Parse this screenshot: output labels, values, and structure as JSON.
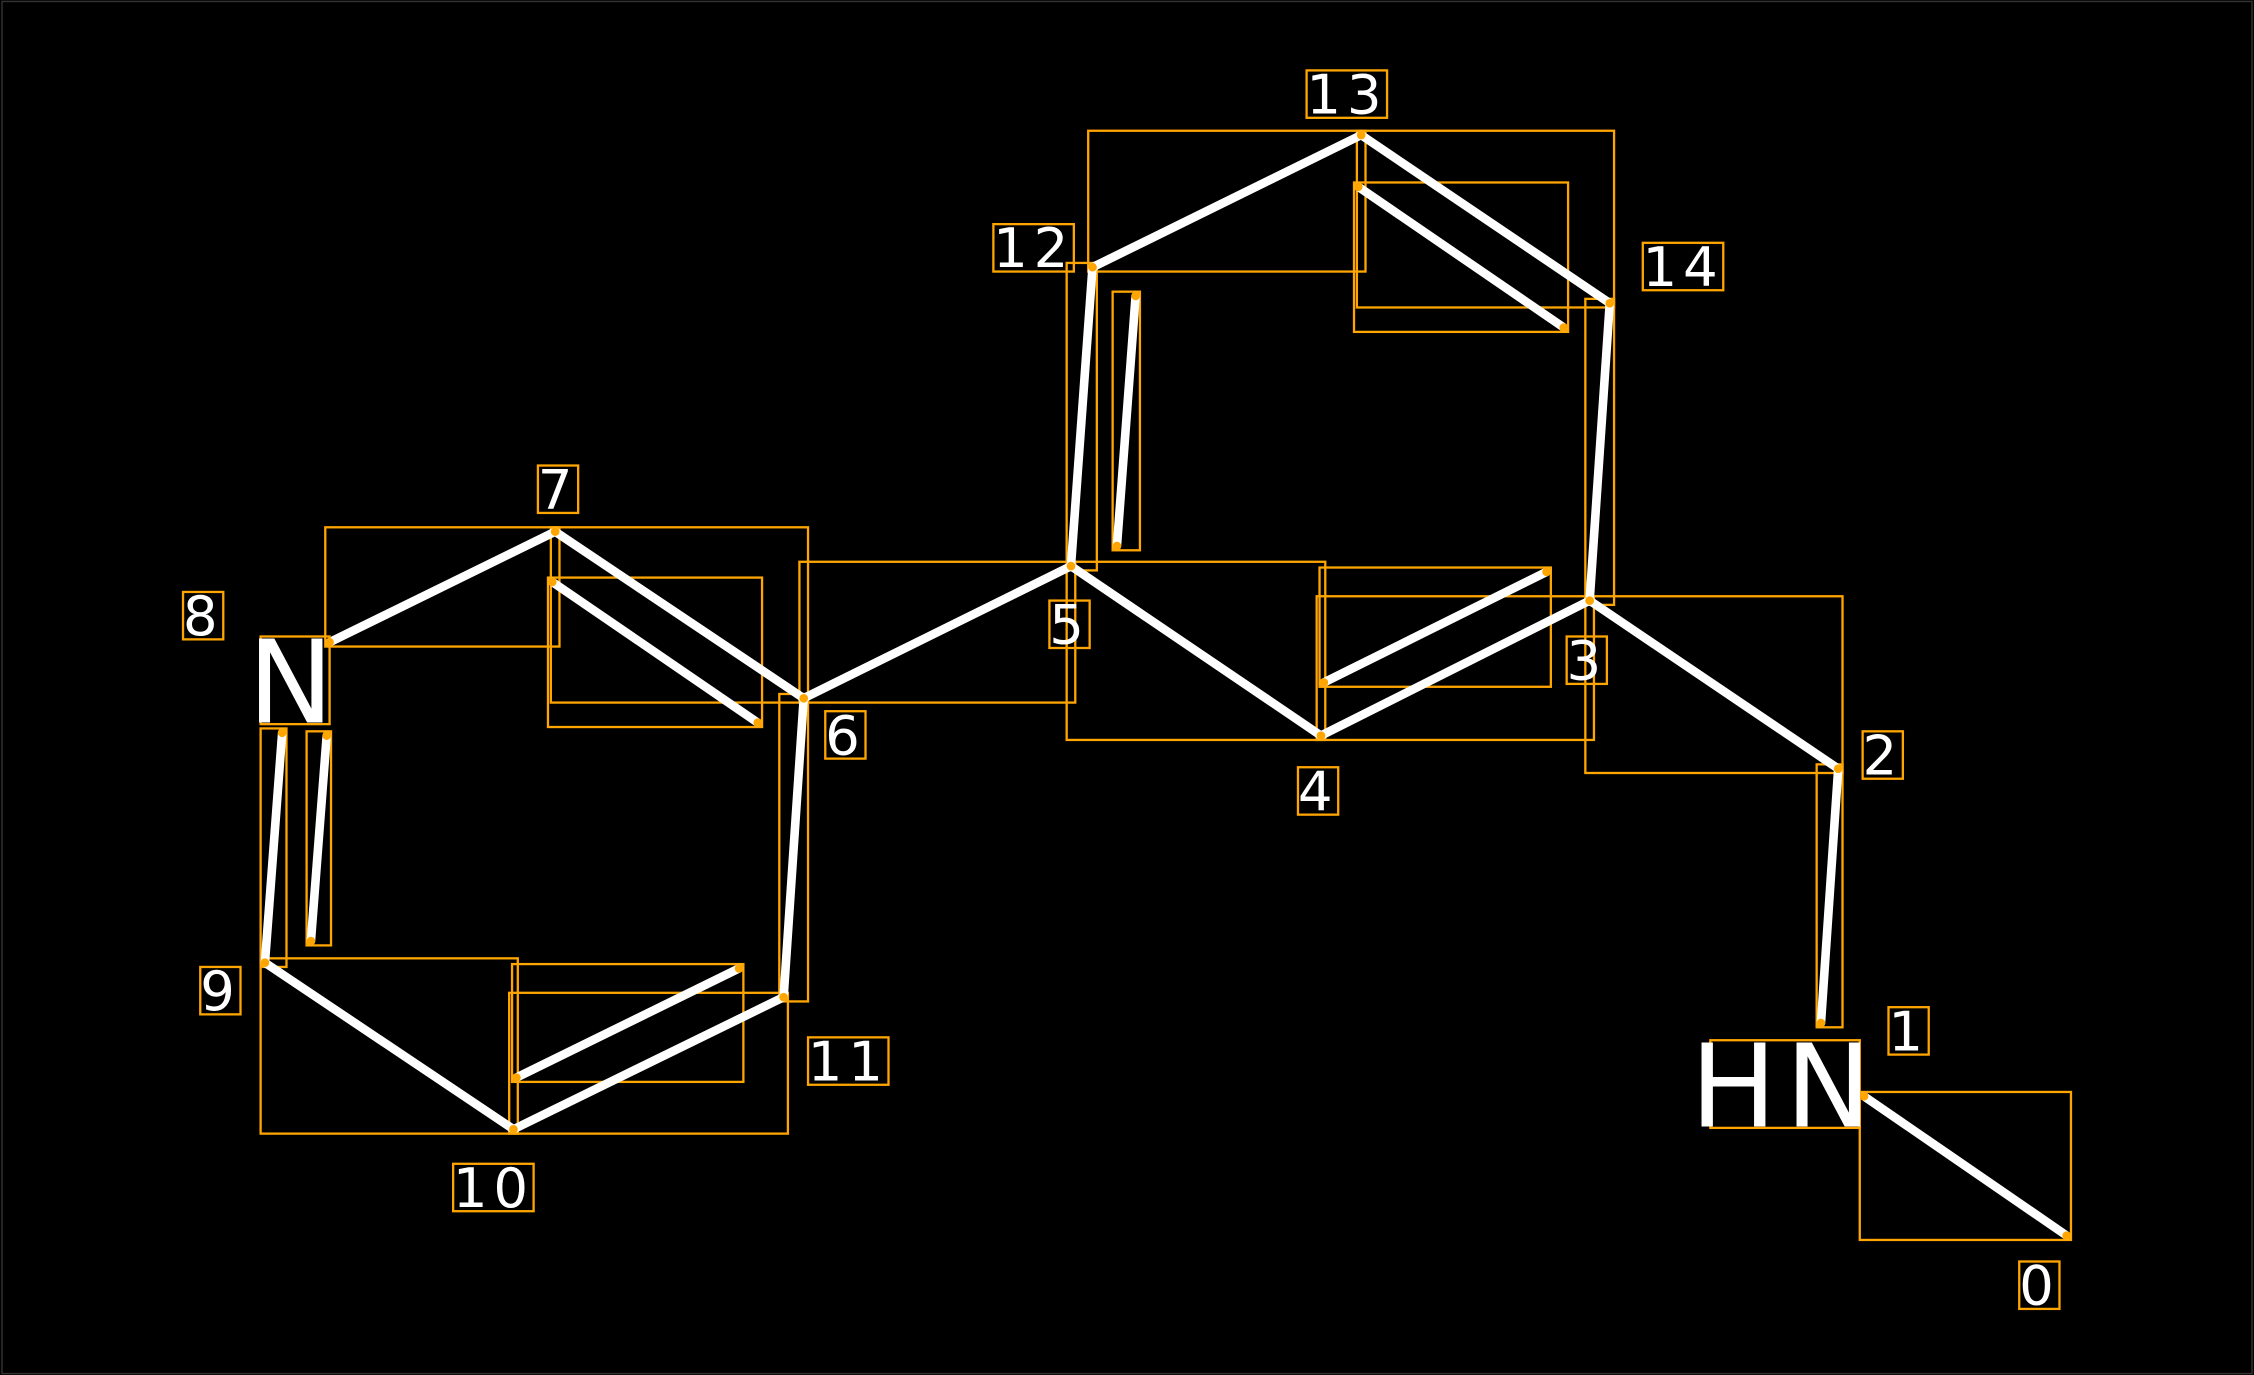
{
  "diagram": {
    "type": "molecule",
    "atom_indices": [
      "0",
      "1",
      "2",
      "3",
      "4",
      "5",
      "6",
      "7",
      "8",
      "9",
      "10",
      "11",
      "12",
      "13",
      "14"
    ],
    "element_labels": {
      "atom8": "N",
      "atom1": "HN"
    },
    "colors": {
      "background": "#000000",
      "bond": "#ffffff",
      "box": "#FFA500"
    }
  }
}
